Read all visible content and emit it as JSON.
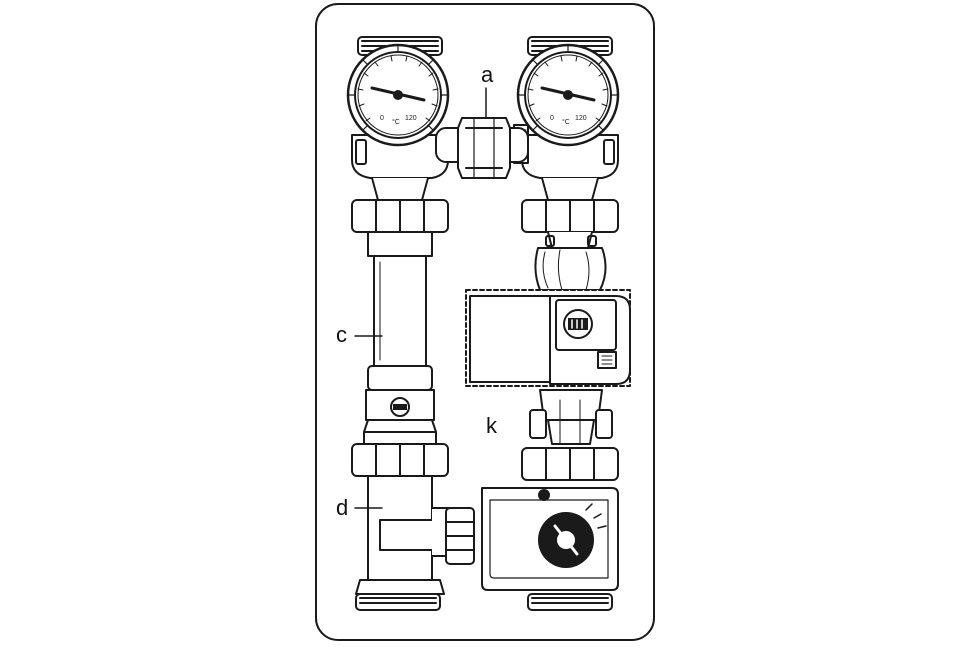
{
  "labels": {
    "a": "a",
    "c": "c",
    "d": "d",
    "k": "k"
  },
  "gauges": {
    "left": {
      "max": "120",
      "min": "0",
      "unit": "°C"
    },
    "right": {
      "max": "120",
      "min": "0",
      "unit": "°C"
    }
  },
  "colors": {
    "line": "#1a1a1a",
    "fill": "#ffffff",
    "panel_border": "#1a1a1a",
    "shade": "#d8d8d8"
  }
}
